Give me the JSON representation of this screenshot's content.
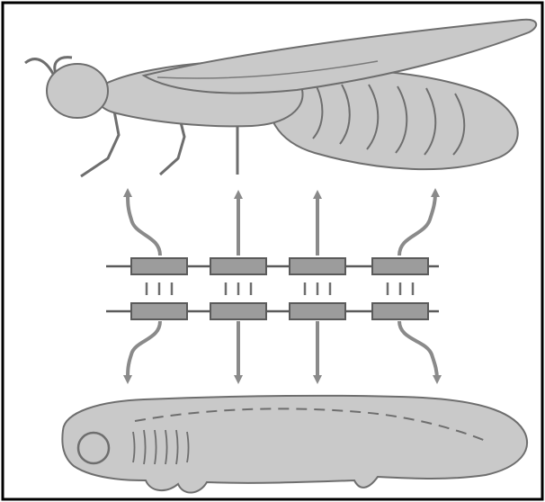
{
  "figure": {
    "panels": [
      "insect-adult",
      "homologous-gene-clusters",
      "vertebrate-embryo"
    ],
    "gene_clusters": {
      "rows": 2,
      "genes_per_row": 4,
      "homology_ticks_per_pair": 3
    },
    "colors": {
      "background": "#ffffff",
      "border": "#000000",
      "body_fill": "#c9c9c9",
      "outline": "#6e6e6e",
      "arrow": "#8a8a8a",
      "gene_fill": "#9c9c9c",
      "dna_line": "#5a5a5a"
    },
    "icons": [
      "fly-drawing",
      "embryo-drawing",
      "arrow-icon",
      "gene-box"
    ]
  }
}
